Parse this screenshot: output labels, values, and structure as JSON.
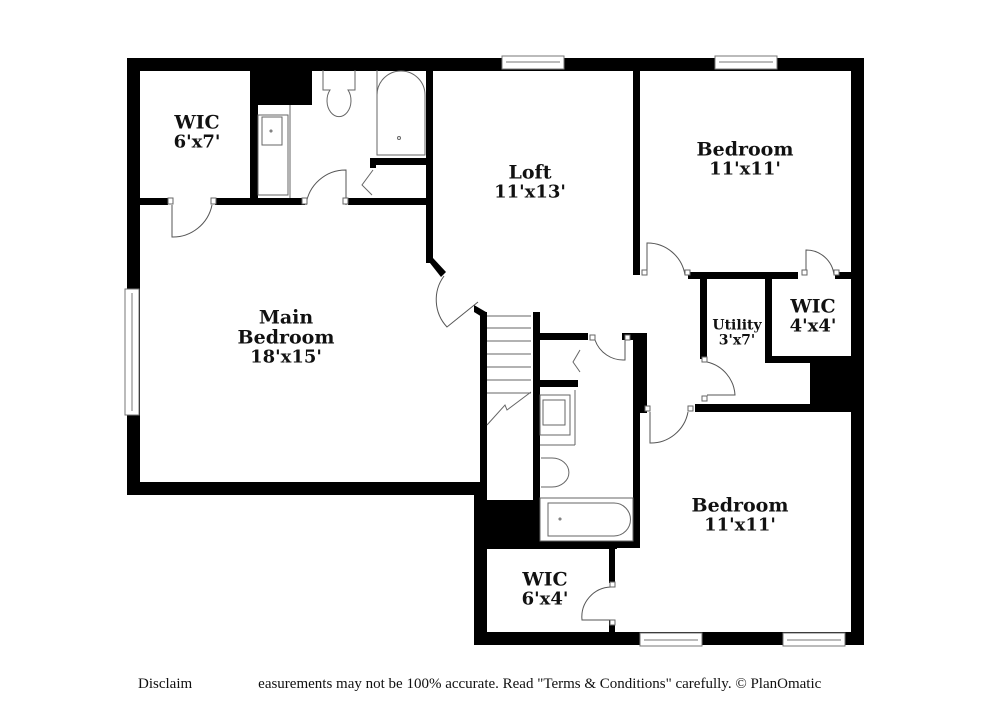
{
  "rooms": {
    "wic_main": {
      "name": "WIC",
      "dim": "6'x7'"
    },
    "loft": {
      "name": "Loft",
      "dim": "11'x13'"
    },
    "bedroom_ne": {
      "name": "Bedroom",
      "dim": "11'x11'"
    },
    "main_bedroom": {
      "name": "Main Bedroom",
      "name_line1": "Main",
      "name_line2": "Bedroom",
      "dim": "18'x15'"
    },
    "utility": {
      "name": "Utility",
      "dim": "3'x7'"
    },
    "wic_ne": {
      "name": "WIC",
      "dim": "4'x4'"
    },
    "bedroom_se": {
      "name": "Bedroom",
      "dim": "11'x11'"
    },
    "wic_se": {
      "name": "WIC",
      "dim": "6'x4'"
    }
  },
  "footer": {
    "disclaimer_part1": "Disclaim",
    "disclaimer_part2": "easurements may not be 100% accurate. Read \"Terms & Conditions\" carefully. © PlanOmatic"
  },
  "colors": {
    "wall": "#000000",
    "background": "#ffffff",
    "fixture_line": "#555555"
  }
}
